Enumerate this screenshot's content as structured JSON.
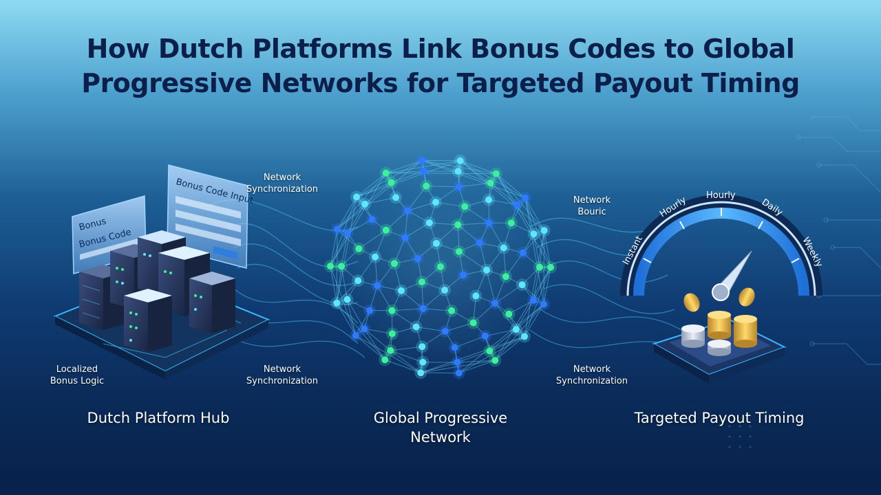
{
  "title": {
    "line1": "How Dutch Platforms Link Bonus Codes to Global",
    "line2": "Progressive Networks for Targeted Payout Timing"
  },
  "hub": {
    "caption": "Dutch Platform Hub",
    "sublabel_line1": "Localized",
    "sublabel_line2": "Bonus Logic",
    "panel_back_title": "Bonus Code Input",
    "panel_front_line1": "Bonus",
    "panel_front_line2": "Bonus Code"
  },
  "network": {
    "caption_line1": "Global Progressive",
    "caption_line2": "Network"
  },
  "payout": {
    "caption": "Targeted Payout Timing",
    "gauge_labels": [
      "Instant",
      "Hourly",
      "Hourly",
      "Daily",
      "Weekly"
    ]
  },
  "connectors": {
    "top_left_line1": "Network",
    "top_left_line2": "Synchronization",
    "bottom_left_line1": "Network",
    "bottom_left_line2": "Synchronization",
    "top_right_line1": "Network",
    "top_right_line2": "Bouric",
    "bottom_right_line1": "Network",
    "bottom_right_line2": "Synchronization"
  },
  "colors": {
    "title": "#0b1f4a",
    "node_green": "#3cf0a0",
    "node_blue": "#2e7bff",
    "node_cyan": "#5fe6ff",
    "coin_gold": "#e8b83a",
    "gauge_blue": "#3aa0ff"
  }
}
